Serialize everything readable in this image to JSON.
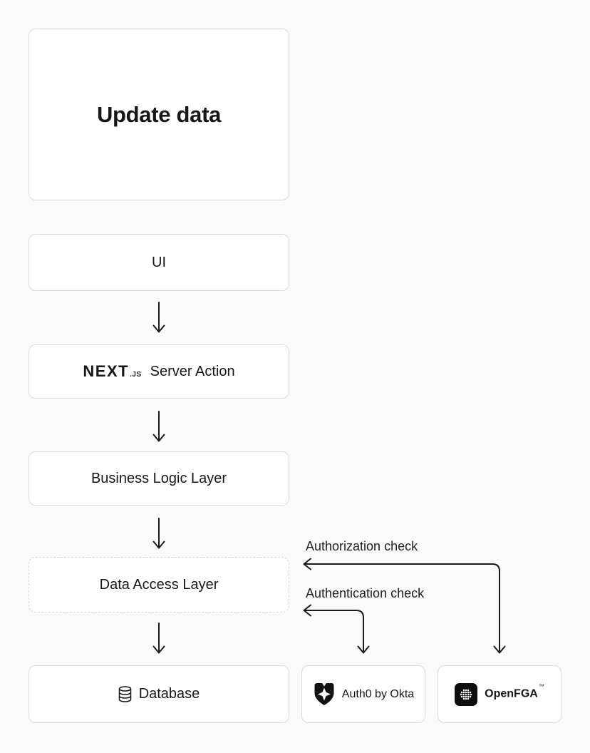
{
  "page": {
    "background": "#fafafa"
  },
  "colors": {
    "box_background": "#ffffff",
    "box_border": "#dbdbdb",
    "dashed_border": "#d6d6d6",
    "text": "#171717",
    "arrow": "#1a1a1a"
  },
  "nodes": {
    "update_data": {
      "label": "Update data"
    },
    "ui": {
      "label": "UI"
    },
    "server_action": {
      "logo_icon": "nextjs-wordmark",
      "logo_text": "NEXT",
      "logo_suffix": ".JS",
      "label": "Server Action"
    },
    "business_logic": {
      "label": "Business Logic Layer"
    },
    "data_access": {
      "label": "Data Access Layer"
    },
    "database": {
      "icon": "database-cylinder-icon",
      "label": "Database"
    },
    "auth0": {
      "icon": "auth0-shield-icon",
      "label": "Auth0 by Okta"
    },
    "openfga": {
      "icon": "openfga-dots-icon",
      "label": "OpenFGA",
      "trademark": "™"
    }
  },
  "edges": {
    "flow": "update-data > ui > server-action > business-logic > data-access > database",
    "authorization": {
      "label": "Authorization check",
      "from": "data-access",
      "to": "openfga"
    },
    "authentication": {
      "label": "Authentication check",
      "from": "data-access",
      "to": "auth0"
    }
  }
}
